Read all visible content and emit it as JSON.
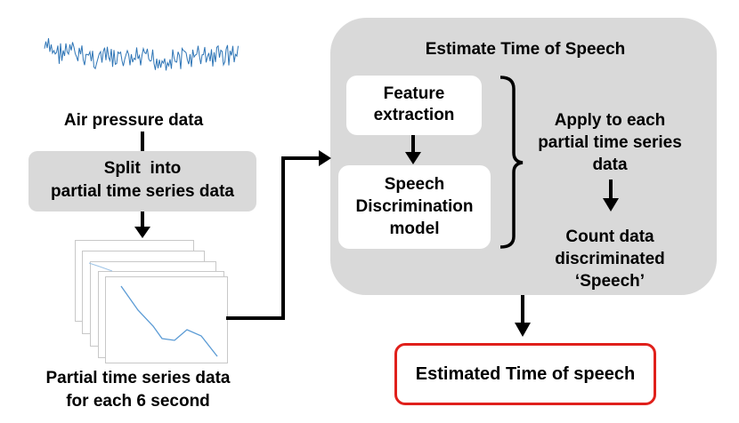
{
  "left_column": {
    "air_pressure_label": "Air pressure data",
    "split_label_line1": "Split  into",
    "split_label_line2": "partial time series data",
    "partial_label_line1": "Partial time series data",
    "partial_label_line2": "for each 6 second"
  },
  "estimate_panel": {
    "title": "Estimate Time of Speech",
    "feature_line1": "Feature",
    "feature_line2": "extraction",
    "speech_line1": "Speech",
    "speech_line2": "Discrimination",
    "speech_line3": "model",
    "apply_line1": "Apply to each",
    "apply_line2": "partial time series",
    "apply_line3": "data",
    "count_line1": "Count data",
    "count_line2": "discriminated",
    "count_line3": "‘Speech’"
  },
  "result": {
    "label": "Estimated Time of speech"
  },
  "colors": {
    "panel_grey": "#d9d9d9",
    "signal_blue": "#2e75b6",
    "result_border": "#e0201b"
  }
}
